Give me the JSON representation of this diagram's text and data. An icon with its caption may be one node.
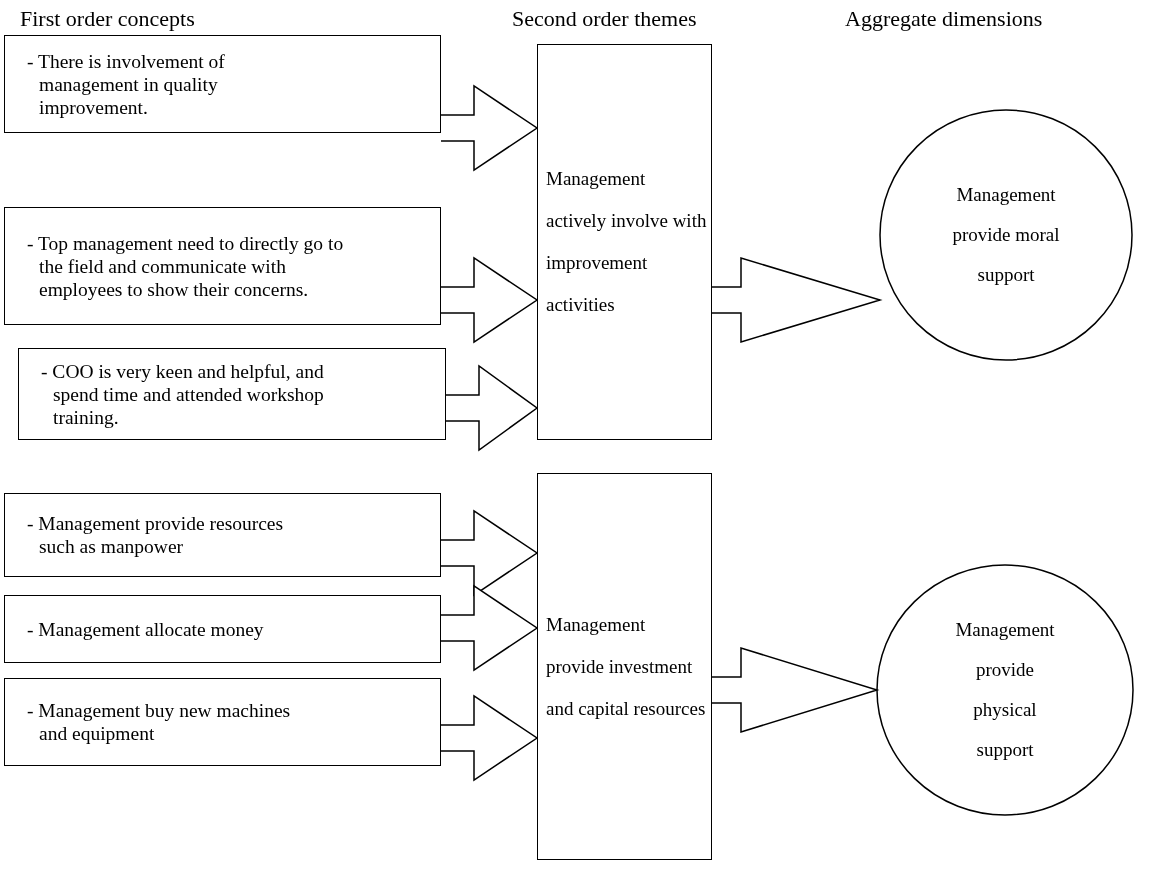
{
  "diagram": {
    "nodes": [
      {
        "text": [
          "- There is involvement of management in quality improvement."
        ]
      },
      {
        "text": [
          "- Top management need to directly go to the field and communicate with employees to show their concerns."
        ]
      },
      {
        "text": [
          "- COO is very keen and helpful, and spend time and attended workshop training."
        ]
      },
      {
        "text": [
          "Management actively involve with improvement activities"
        ]
      },
      {
        "text": [
          "Management provide moral support"
        ]
      },
      {
        "text": [
          "- Management provide resources such as manpower"
        ]
      },
      {
        "text": [
          "- Management allocate money"
        ]
      },
      {
        "text": [
          "- Management buy new machines and equipment"
        ]
      },
      {
        "text": [
          "Management provide investment and capital resources"
        ]
      },
      {
        "text": [
          "Management provide physical support"
        ]
      }
    ],
    "edges": [
      {
        "from": 0,
        "to": 3,
        "arrow": "to"
      },
      {
        "from": 1,
        "to": 3,
        "arrow": "to"
      },
      {
        "from": 2,
        "to": 3,
        "arrow": "to"
      },
      {
        "from": 3,
        "to": 4,
        "arrow": "to"
      },
      {
        "from": 5,
        "to": 8,
        "arrow": "to"
      },
      {
        "from": 6,
        "to": 8,
        "arrow": "to"
      },
      {
        "from": 7,
        "to": 8,
        "arrow": "to"
      },
      {
        "from": 8,
        "to": 9,
        "arrow": "to"
      }
    ],
    "labels": [
      "First order concepts",
      "Second order themes",
      "Aggregate dimensions"
    ]
  }
}
